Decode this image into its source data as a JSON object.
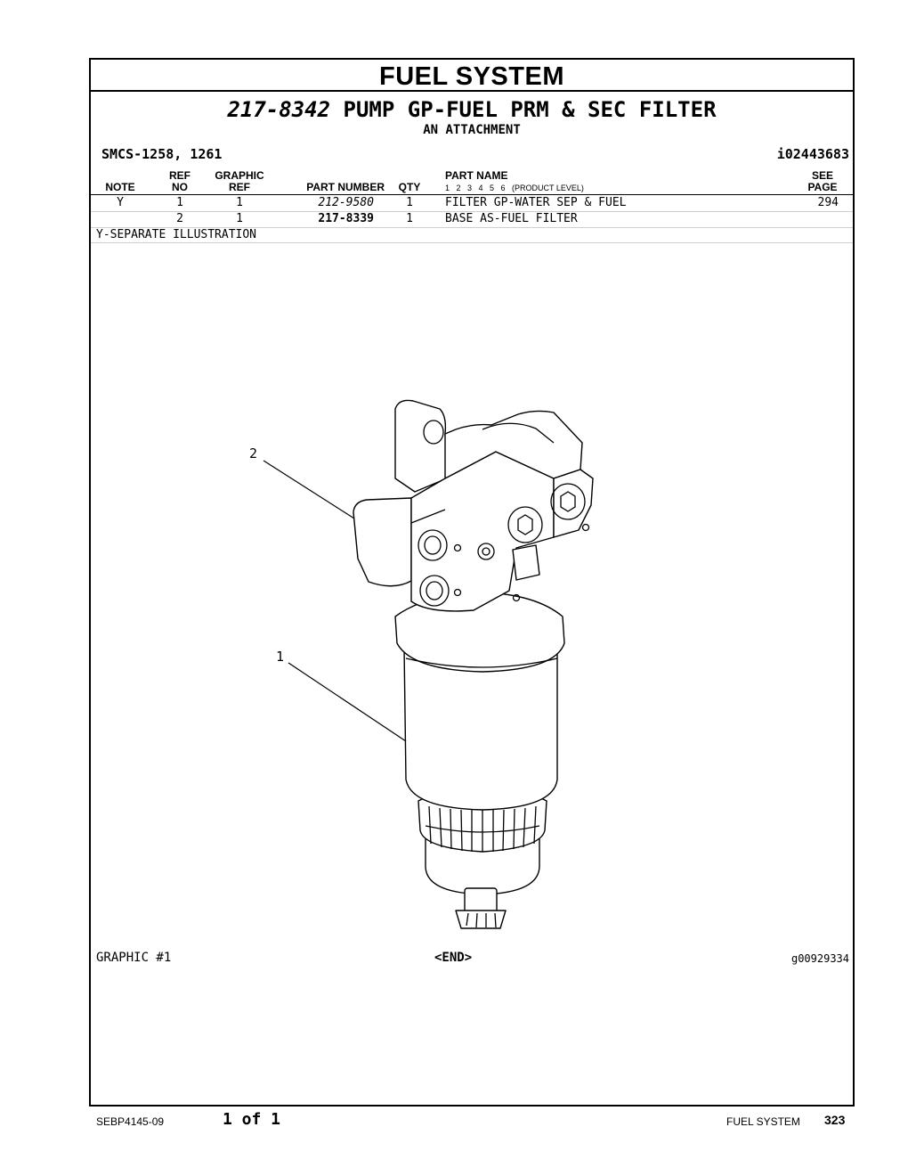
{
  "section_title": "FUEL SYSTEM",
  "group": {
    "number": "217-8342",
    "name": "PUMP GP-FUEL PRM & SEC FILTER",
    "subtitle": "AN ATTACHMENT",
    "smcs": "SMCS-1258, 1261",
    "illustration_id": "i02443683"
  },
  "table": {
    "headers": {
      "note": "NOTE",
      "ref_top": "REF",
      "ref_bottom": "NO",
      "graphic_top": "GRAPHIC",
      "graphic_bottom": "REF",
      "part_number": "PART NUMBER",
      "qty": "QTY",
      "part_name": "PART NAME",
      "product_level": "1   2   3   4   5   6   (PRODUCT LEVEL)",
      "see_top": "SEE",
      "see_bottom": "PAGE"
    },
    "rows": [
      {
        "note": "Y",
        "ref": "1",
        "graphic": "1",
        "part_number": "212-9580",
        "qty": "1",
        "name": "FILTER GP-WATER SEP & FUEL",
        "page": "294"
      },
      {
        "note": "",
        "ref": "2",
        "graphic": "1",
        "part_number": "217-8339",
        "qty": "1",
        "name": "BASE AS-FUEL FILTER",
        "page": ""
      }
    ],
    "footnote": "Y-SEPARATE ILLUSTRATION"
  },
  "illustration": {
    "callout_1": "1",
    "callout_2": "2",
    "graphic_label": "GRAPHIC #1",
    "end_label": "<END>",
    "graphic_number": "g00929334"
  },
  "footer": {
    "doc_number": "SEBP4145-09",
    "page_of": "1 of 1",
    "section": "FUEL SYSTEM",
    "page_number": "323"
  }
}
